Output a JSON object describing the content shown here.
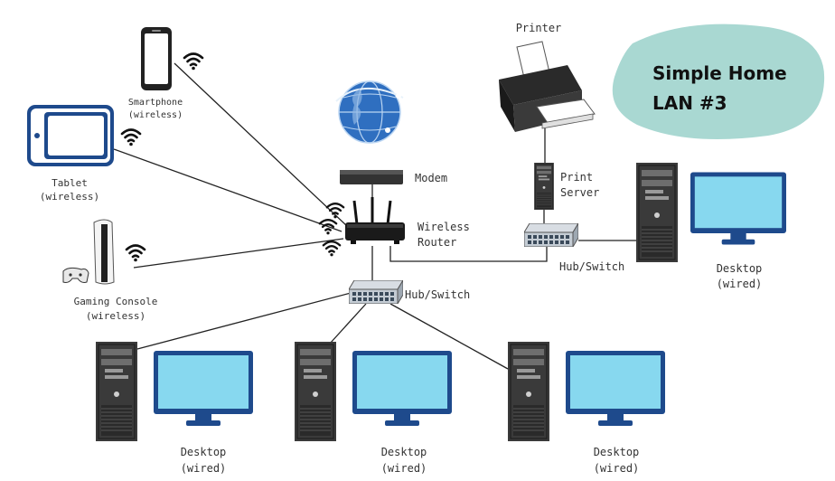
{
  "title": {
    "line1": "Simple Home",
    "line2": "LAN #3"
  },
  "colors": {
    "title_blob": "#a9d8d2",
    "screen": "#87d8ef",
    "frame": "#1e4a8c",
    "tower": "#3a3a3a",
    "line": "#222222"
  },
  "devices": {
    "smartphone": {
      "name": "Smartphone",
      "type": "(wireless)"
    },
    "tablet": {
      "name": "Tablet",
      "type": "(wireless)"
    },
    "console": {
      "name": "Gaming Console",
      "type": "(wireless)"
    },
    "printer": {
      "name": "Printer"
    },
    "modem": {
      "name": "Modem"
    },
    "router": {
      "name": "Wireless",
      "name2": "Router"
    },
    "print_server": {
      "name": "Print",
      "name2": "Server"
    },
    "switch_right": {
      "name": "Hub/Switch"
    },
    "switch_main": {
      "name": "Hub/Switch"
    },
    "desktop_right": {
      "name": "Desktop",
      "type": "(wired)"
    },
    "desktop_1": {
      "name": "Desktop",
      "type": "(wired)"
    },
    "desktop_2": {
      "name": "Desktop",
      "type": "(wired)"
    },
    "desktop_3": {
      "name": "Desktop",
      "type": "(wired)"
    }
  },
  "icons": {
    "internet": "globe-icon",
    "wifi": "wifi-icon"
  }
}
